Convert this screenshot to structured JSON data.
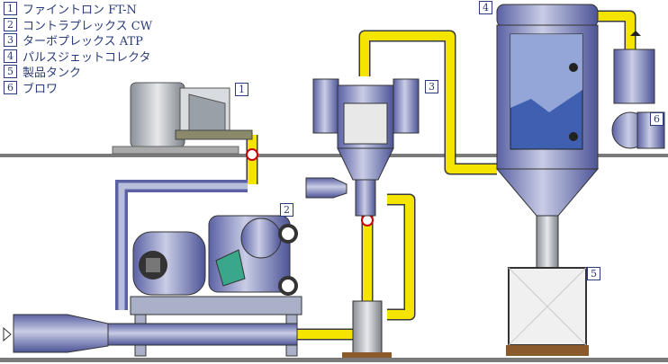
{
  "legend": [
    {
      "num": "1",
      "label": "ファイントロン FT-N"
    },
    {
      "num": "2",
      "label": "コントラプレックス CW"
    },
    {
      "num": "3",
      "label": "ターボプレックス ATP"
    },
    {
      "num": "4",
      "label": "パルスジェットコレクタ"
    },
    {
      "num": "5",
      "label": "製品タンク"
    },
    {
      "num": "6",
      "label": "ブロワ"
    }
  ],
  "colors": {
    "pipe_yellow": "#f5e400",
    "equip": "#6c73b4",
    "equip_light": "#b8bfdc",
    "floor": "#7a7a7a",
    "text": "#2a3a7a"
  }
}
